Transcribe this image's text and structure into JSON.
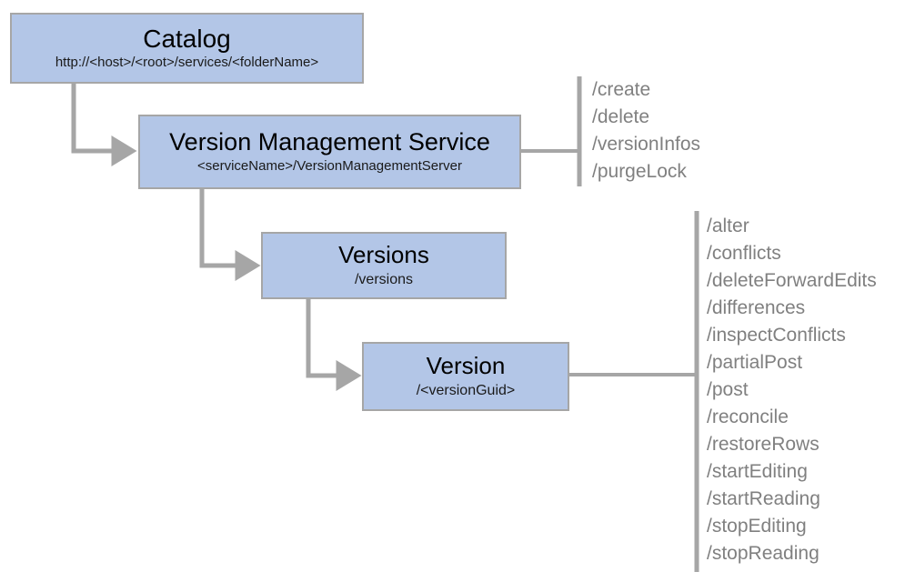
{
  "diagram": {
    "title": "Version Management Service REST resource hierarchy",
    "colors": {
      "node_fill": "#b3c6e7",
      "node_border": "#a6a6a6",
      "connector": "#a6a6a6",
      "operation_text": "#808080",
      "background": "#ffffff"
    },
    "nodes": [
      {
        "id": "catalog",
        "title": "Catalog",
        "subtitle": "http://<host>/<root>/services/<folderName>"
      },
      {
        "id": "version-management-service",
        "title": "Version Management Service",
        "subtitle": "<serviceName>/VersionManagementServer"
      },
      {
        "id": "versions",
        "title": "Versions",
        "subtitle": "/versions"
      },
      {
        "id": "version",
        "title": "Version",
        "subtitle": "/<versionGuid>"
      }
    ],
    "service_operations": [
      "/create",
      "/delete",
      "/versionInfos",
      "/purgeLock"
    ],
    "version_operations": [
      "/alter",
      "/conflicts",
      "/deleteForwardEdits",
      "/differences",
      "/inspectConflicts",
      "/partialPost",
      "/post",
      "/reconcile",
      "/restoreRows",
      "/startEditing",
      "/startReading",
      "/stopEditing",
      "/stopReading"
    ]
  }
}
